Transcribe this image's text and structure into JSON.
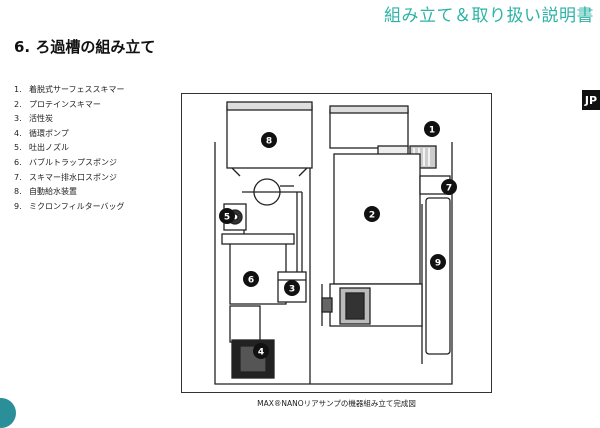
{
  "header": {
    "title": "組み立て＆取り扱い説明書"
  },
  "section": {
    "title": "6. ろ過槽の組み立て"
  },
  "lang_badge": "JP",
  "parts": [
    {
      "num": "1.",
      "label": "着脱式サーフェススキマー"
    },
    {
      "num": "2.",
      "label": "プロテインスキマー"
    },
    {
      "num": "3.",
      "label": "活性炭"
    },
    {
      "num": "4.",
      "label": "循環ポンプ"
    },
    {
      "num": "5.",
      "label": "吐出ノズル"
    },
    {
      "num": "6.",
      "label": "バブルトラップスポンジ"
    },
    {
      "num": "7.",
      "label": "スキマー排水口スポンジ"
    },
    {
      "num": "8.",
      "label": "自動給水装置"
    },
    {
      "num": "9.",
      "label": "ミクロンフィルターバッグ"
    }
  ],
  "diagram": {
    "markers": [
      "1",
      "2",
      "3",
      "4",
      "5",
      "6",
      "7",
      "8",
      "9"
    ],
    "caption": "MAX®NANOリアサンプの機器組み立て完成図"
  },
  "colors": {
    "accent": "#2bb3a6",
    "marker": "#111111",
    "logo": "#2a8f98"
  }
}
